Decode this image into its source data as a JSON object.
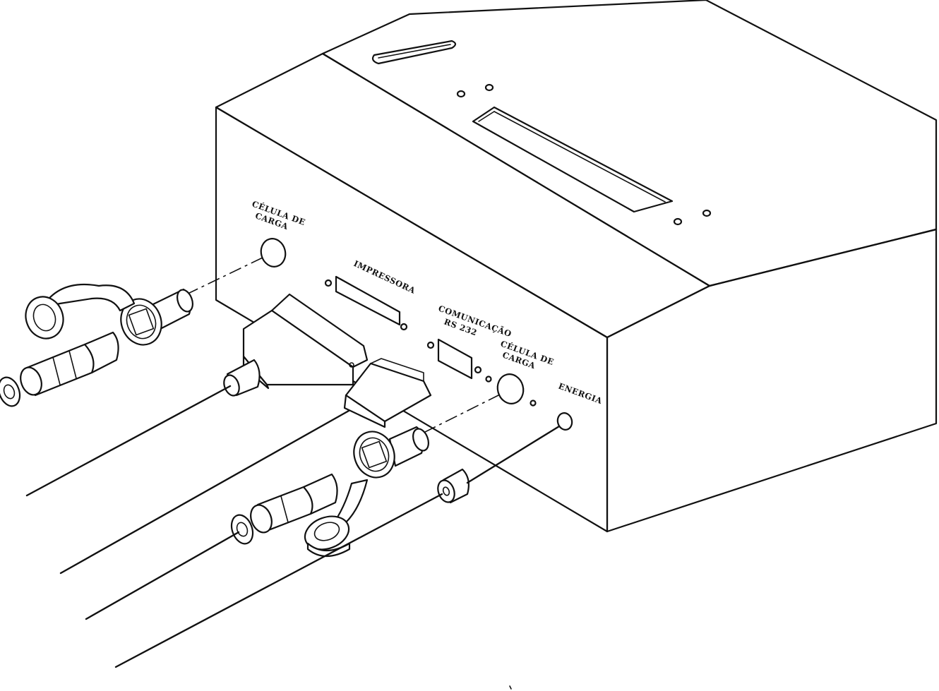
{
  "labels": {
    "load_cell_left": [
      "CÉLULA DE",
      "CARGA"
    ],
    "printer": "IMPRESSORA",
    "communication": [
      "COMUNICAÇÃO",
      "RS 232"
    ],
    "load_cell_right": [
      "CÉLULA DE",
      "CARGA"
    ],
    "power": "ENERGIA"
  },
  "colors": {
    "line": "#111111",
    "background": "#ffffff"
  }
}
